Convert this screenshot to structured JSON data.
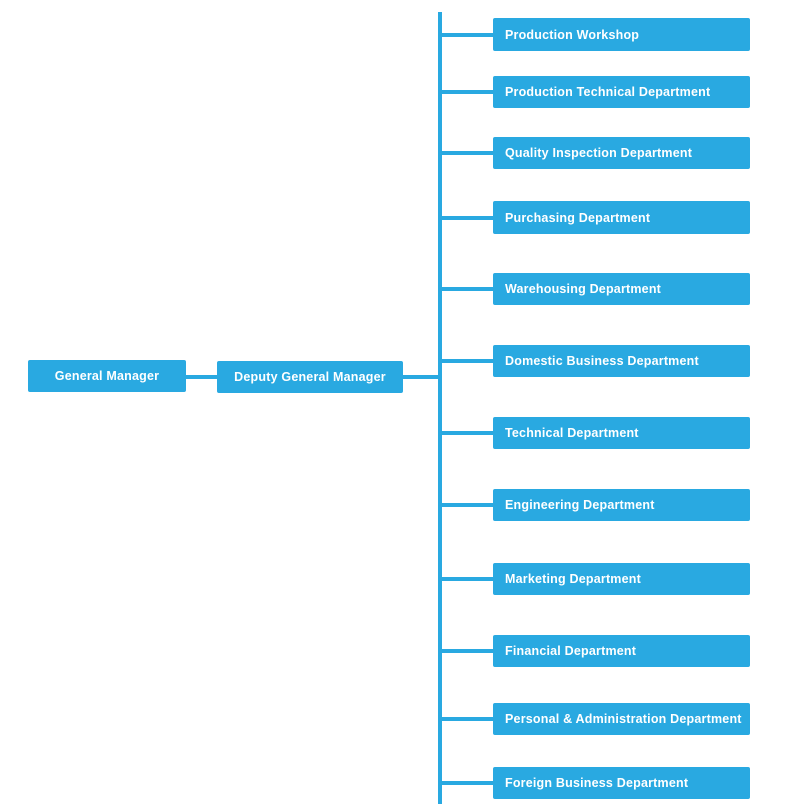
{
  "colors": {
    "accent": "#29a9e1",
    "text": "#ffffff",
    "background": "#ffffff"
  },
  "org_chart": {
    "general_manager": "General Manager",
    "deputy_general_manager": "Deputy General Manager",
    "departments": [
      "Production Workshop",
      "Production Technical Department",
      "Quality Inspection Department",
      "Purchasing Department",
      "Warehousing Department",
      "Domestic Business Department",
      "Technical Department",
      "Engineering Department",
      "Marketing Department",
      "Financial Department",
      "Personal & Administration Department",
      "Foreign Business Department"
    ]
  }
}
